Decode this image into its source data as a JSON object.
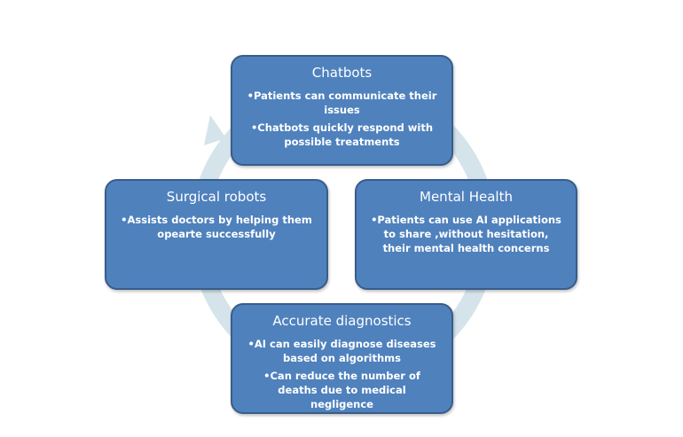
{
  "colors": {
    "box_fill": "#4f81bd",
    "box_border": "#385d8a",
    "ring": "#d5e3ea",
    "text": "#ffffff"
  },
  "nodes": {
    "chatbots": {
      "title": "Chatbots",
      "bullets": [
        "•Patients can communicate their issues",
        "•Chatbots quickly respond with possible treatments"
      ]
    },
    "mental_health": {
      "title": "Mental Health",
      "bullets": [
        "•Patients can use AI applications to share ,without hesitation, their mental health concerns"
      ]
    },
    "surgical_robots": {
      "title": "Surgical robots",
      "bullets": [
        "•Assists doctors by helping them opearte successfully"
      ]
    },
    "accurate_diagnostics": {
      "title": "Accurate diagnostics",
      "bullets": [
        "•AI can easily diagnose diseases based on algorithms",
        "•Can reduce the number of deaths due to medical negligence"
      ]
    }
  }
}
